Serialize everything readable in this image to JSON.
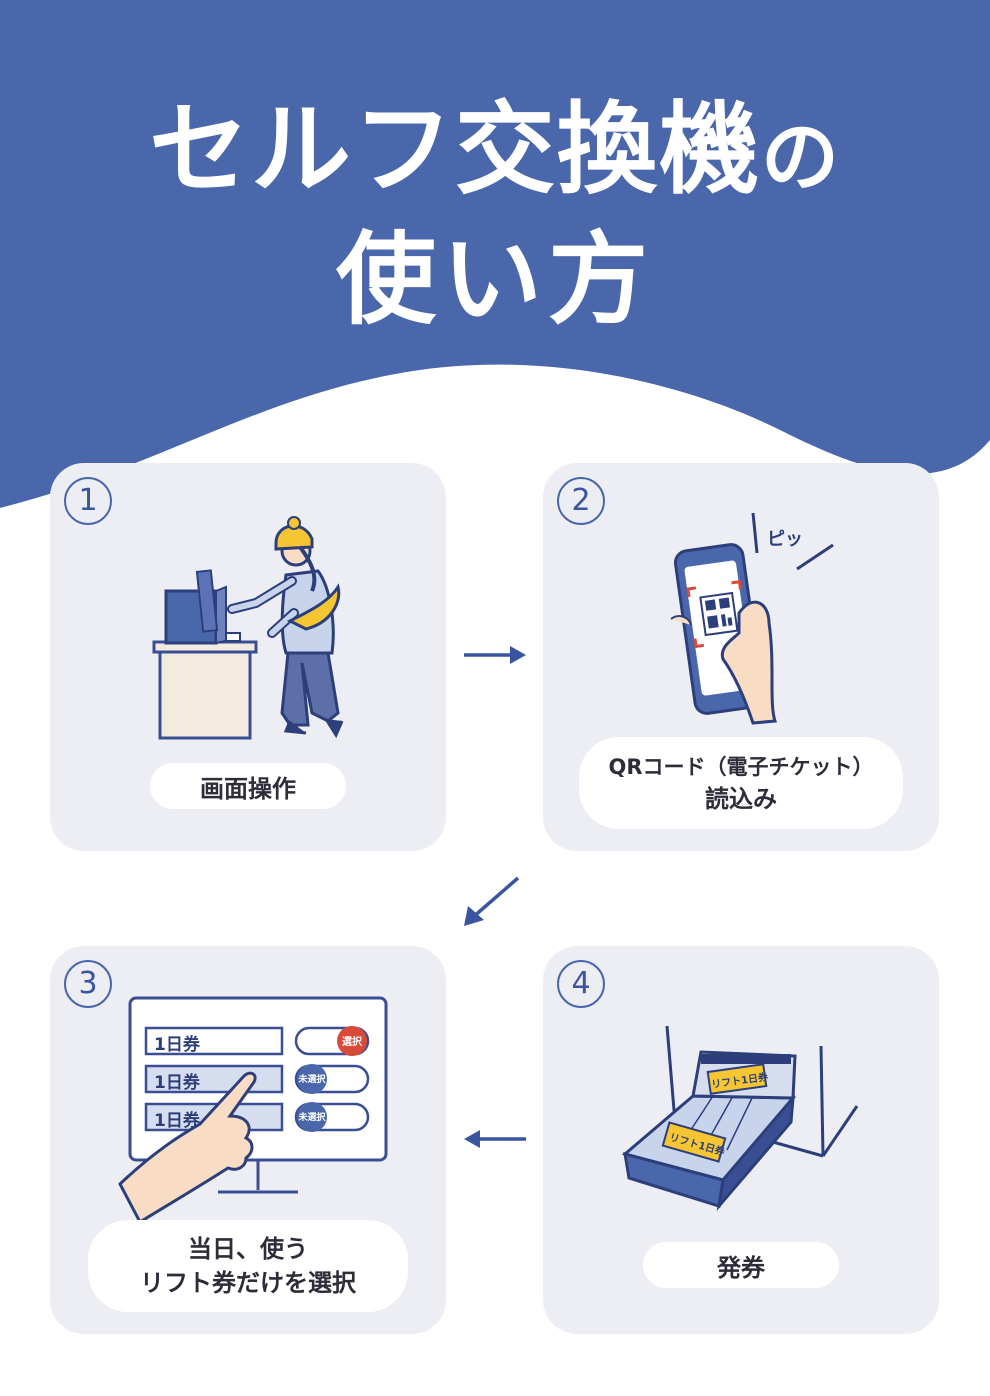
{
  "header": {
    "title_line1_main": "セルフ交換機",
    "title_line1_particle": "の",
    "title_line2": "使い方"
  },
  "steps": [
    {
      "number": "1",
      "label": "画面操作"
    },
    {
      "number": "2",
      "label_line1": "QRコード（電子チケット）",
      "label_line2": "読込み",
      "sound": "ピッ"
    },
    {
      "number": "3",
      "label_line1": "当日、使う",
      "label_line2": "リフト券だけを選択",
      "screen_rows": [
        {
          "ticket": "1日券",
          "status": "選択"
        },
        {
          "ticket": "1日券",
          "status": "未選択"
        },
        {
          "ticket": "1日券",
          "status": "未選択"
        }
      ]
    },
    {
      "number": "4",
      "label": "発券",
      "ticket_text": "リフト1日券"
    }
  ],
  "colors": {
    "brand_blue": "#4b67ac",
    "card_bg": "#edeef3",
    "accent_yellow": "#f6c532",
    "selected_red": "#d94a3a"
  }
}
